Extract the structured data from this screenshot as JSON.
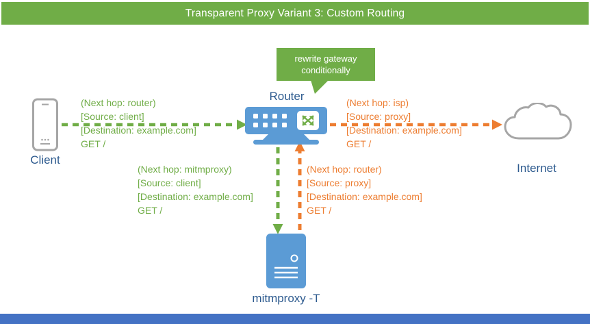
{
  "title": "Transparent Proxy Variant 3: Custom Routing",
  "callout": {
    "lines": [
      "rewrite gateway",
      "conditionally"
    ]
  },
  "nodes": {
    "client": {
      "label": "Client"
    },
    "router": {
      "label": "Router"
    },
    "internet": {
      "label": "Internet"
    },
    "mitmproxy": {
      "label": "mitmproxy -T"
    }
  },
  "flows": {
    "client_to_router": {
      "direction": "right",
      "color": "#70ad47",
      "lines": [
        "(Next hop: router)",
        "[Source: client]",
        "[Destination: example.com]",
        "GET /"
      ]
    },
    "router_to_internet": {
      "direction": "right",
      "color": "#ed7d31",
      "lines": [
        "(Next hop: isp)",
        "[Source: proxy]",
        "[Destination: example.com]",
        "GET /"
      ]
    },
    "router_to_mitmproxy": {
      "direction": "down",
      "color": "#70ad47",
      "lines": [
        "(Next hop: mitmproxy)",
        "[Source: client]",
        "[Destination: example.com]",
        "GET /"
      ]
    },
    "mitmproxy_to_router": {
      "direction": "up",
      "color": "#ed7d31",
      "lines": [
        "(Next hop: router)",
        "[Source: proxy]",
        "[Destination: example.com]",
        "GET /"
      ]
    }
  },
  "colors": {
    "green": "#70ad47",
    "orange": "#ed7d31",
    "node_blue": "#5b9bd5",
    "label_blue": "#2e5b8f",
    "footer_blue": "#4472c4",
    "outline_gray": "#a6a6a6"
  }
}
